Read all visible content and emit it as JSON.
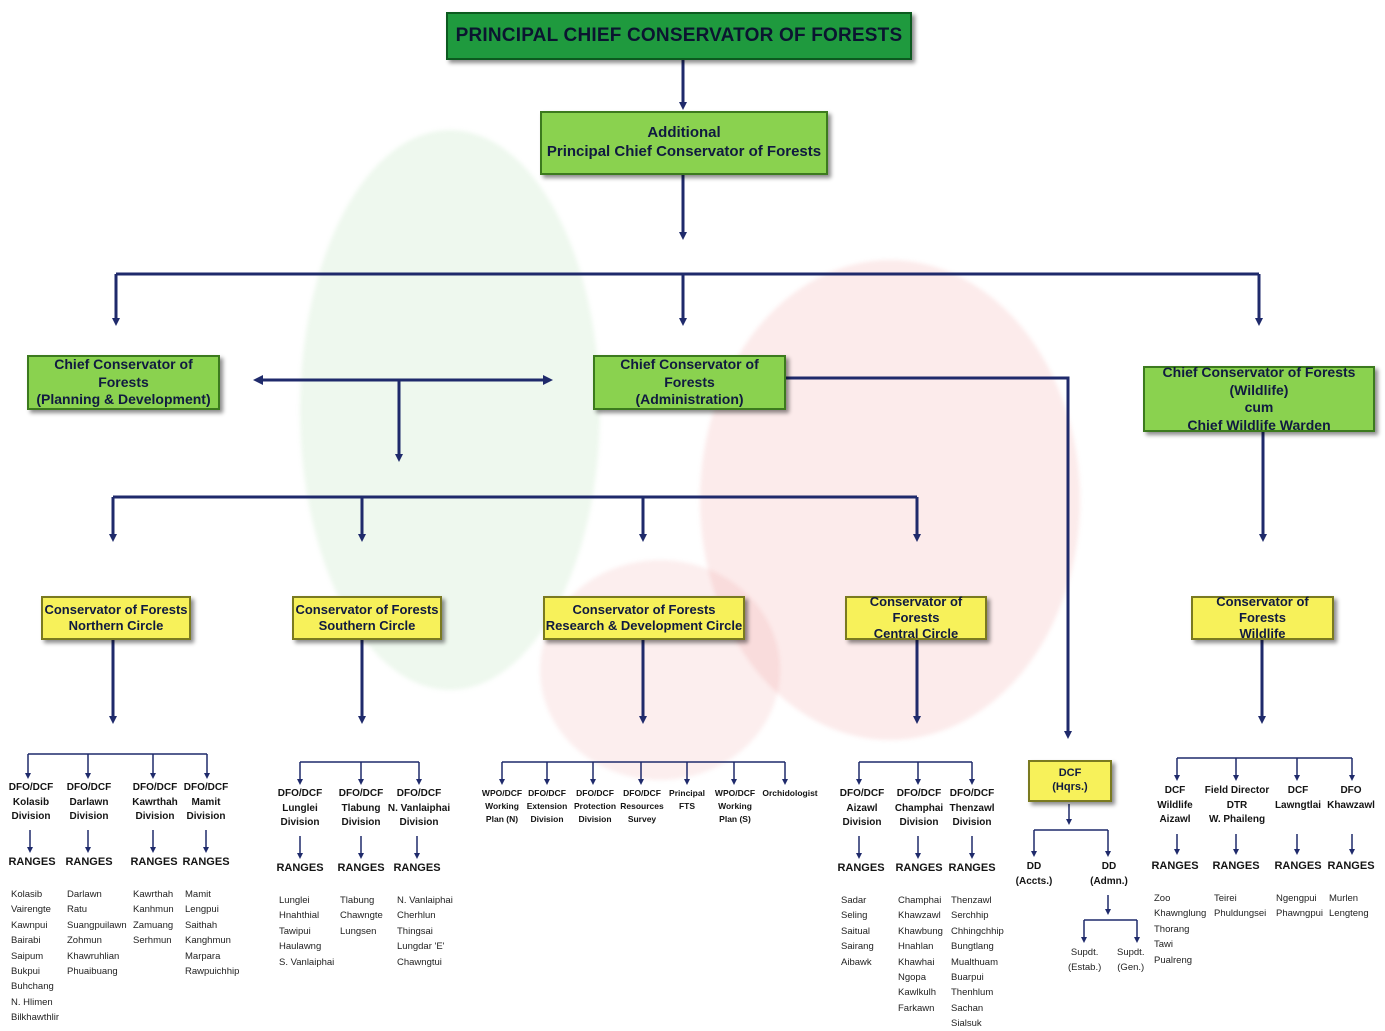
{
  "colors": {
    "connector": "#1f2a6b",
    "top": "#1f9a3e",
    "mid": "#8ad24f",
    "circle": "#f7f15a"
  },
  "pccf": "PRINCIPAL CHIEF CONSERVATOR OF FORESTS",
  "apccf": {
    "line1": "Additional",
    "line2": "Principal Chief Conservator of Forests"
  },
  "ccf_pd": {
    "line1": "Chief Conservator of Forests",
    "line2": "(Planning & Development)"
  },
  "ccf_admin": {
    "line1": "Chief Conservator of Forests",
    "line2": "(Administration)"
  },
  "ccf_wl": {
    "line1": "Chief Conservator of Forests (Wildlife)",
    "line2": "cum",
    "line3": "Chief Wildlife Warden"
  },
  "circles": {
    "northern": {
      "line1": "Conservator of Forests",
      "line2": "Northern Circle"
    },
    "southern": {
      "line1": "Conservator of Forests",
      "line2": "Southern Circle"
    },
    "research": {
      "line1": "Conservator of Forests",
      "line2": "Research & Development Circle"
    },
    "central": {
      "line1": "Conservator of Forests",
      "line2": "Central Circle"
    },
    "wildlife": {
      "line1": "Conservator of Forests",
      "line2": "Wildlife"
    }
  },
  "dcf_hqrs": {
    "line1": "DCF",
    "line2": "(Hqrs.)"
  },
  "ranges_label": "RANGES",
  "northern": [
    {
      "lines": [
        "DFO/DCF",
        "Kolasib",
        "Division"
      ],
      "places": [
        "Kolasib",
        "Vairengte",
        "Kawnpui",
        "Bairabi",
        "Saipum",
        "Bukpui",
        "Buhchang",
        "N. Hlimen",
        "Bilkhawthlir"
      ]
    },
    {
      "lines": [
        "DFO/DCF",
        "Darlawn",
        "Division"
      ],
      "places": [
        "Darlawn",
        "Ratu",
        "Suangpuilawn",
        "Zohmun",
        "Khawruhlian",
        "Phuaibuang"
      ]
    },
    {
      "lines": [
        "DFO/DCF",
        "Kawrthah",
        "Division"
      ],
      "places": [
        "Kawrthah",
        "Kanhmun",
        "Zamuang",
        "Serhmun"
      ]
    },
    {
      "lines": [
        "DFO/DCF",
        "Mamit",
        "Division"
      ],
      "places": [
        "Mamit",
        "Lengpui",
        "Saithah",
        "Kanghmun",
        "Marpara",
        "Rawpuichhip"
      ]
    }
  ],
  "southern": [
    {
      "lines": [
        "DFO/DCF",
        "Lunglei",
        "Division"
      ],
      "places": [
        "Lunglei",
        "Hnahthial",
        "Tawipui",
        "Haulawng",
        "S. Vanlaiphai"
      ]
    },
    {
      "lines": [
        "DFO/DCF",
        "Tlabung",
        "Division"
      ],
      "places": [
        "Tlabung",
        "Chawngte",
        "Lungsen"
      ]
    },
    {
      "lines": [
        "DFO/DCF",
        "N. Vanlaiphai",
        "Division"
      ],
      "places": [
        "N. Vanlaiphai",
        "Cherhlun",
        "Thingsai",
        "Lungdar 'E'",
        "Chawngtui"
      ]
    }
  ],
  "research": [
    {
      "lines": [
        "WPO/DCF",
        "Working",
        "Plan (N)"
      ]
    },
    {
      "lines": [
        "DFO/DCF",
        "Extension",
        "Division"
      ]
    },
    {
      "lines": [
        "DFO/DCF",
        "Protection",
        "Division"
      ]
    },
    {
      "lines": [
        "DFO/DCF",
        "Resources",
        "Survey"
      ]
    },
    {
      "lines": [
        "Principal",
        "FTS"
      ]
    },
    {
      "lines": [
        "WPO/DCF",
        "Working",
        "Plan (S)"
      ]
    },
    {
      "lines": [
        "Orchidologist"
      ]
    }
  ],
  "central": [
    {
      "lines": [
        "DFO/DCF",
        "Aizawl",
        "Division"
      ],
      "places": [
        "Sadar",
        "Seling",
        "Saitual",
        "Sairang",
        "Aibawk"
      ]
    },
    {
      "lines": [
        "DFO/DCF",
        "Champhai",
        "Division"
      ],
      "places": [
        "Champhai",
        "Khawzawl",
        "Khawbung",
        "Hnahlan",
        "Khawhai",
        "Ngopa",
        "Kawlkulh",
        "Farkawn"
      ]
    },
    {
      "lines": [
        "DFO/DCF",
        "Thenzawl",
        "Division"
      ],
      "places": [
        "Thenzawl",
        "Serchhip",
        "Chhingchhip",
        "Bungtlang",
        "Mualthuam",
        "Buarpui",
        "Thenhlum",
        "Sachan",
        "Sialsuk"
      ]
    }
  ],
  "hqrs": {
    "dd_accts": {
      "line1": "DD",
      "line2": "(Accts.)"
    },
    "dd_admn": {
      "line1": "DD",
      "line2": "(Admn.)"
    },
    "supdt_estab": {
      "line1": "Supdt.",
      "line2": "(Estab.)"
    },
    "supdt_gen": {
      "line1": "Supdt.",
      "line2": "(Gen.)"
    }
  },
  "wildlife": [
    {
      "lines": [
        "DCF",
        "Wildlife",
        "Aizawl"
      ],
      "places": [
        "Zoo",
        "Khawnglung",
        "Thorang",
        "Tawi",
        "Pualreng"
      ]
    },
    {
      "lines": [
        "Field Director",
        "DTR",
        "W. Phaileng"
      ],
      "places": [
        "Teirei",
        "Phuldungsei"
      ]
    },
    {
      "lines": [
        "DCF",
        "Lawngtlai"
      ],
      "places": [
        "Ngengpui",
        "Phawngpui"
      ]
    },
    {
      "lines": [
        "DFO",
        "Khawzawl"
      ],
      "places": [
        "Murlen",
        "Lengteng"
      ]
    }
  ]
}
